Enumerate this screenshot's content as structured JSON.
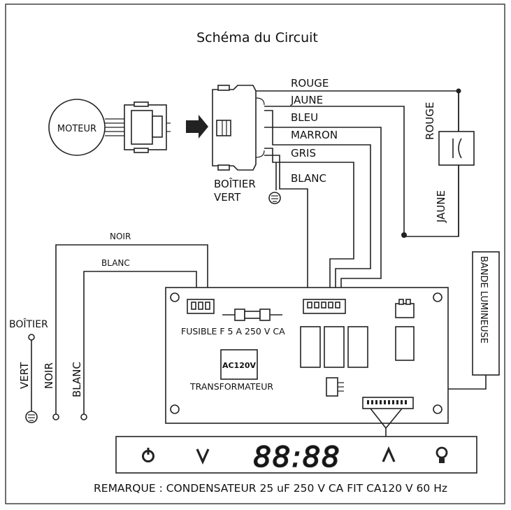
{
  "title": "Schéma du Circuit",
  "motor": {
    "label": "MOTEUR"
  },
  "junction": {
    "label_line1": "BOÎTIER",
    "label_line2": "VERT"
  },
  "wires": {
    "rouge": "ROUGE",
    "jaune": "JAUNE",
    "bleu": "BLEU",
    "marron": "MARRON",
    "gris": "GRIS",
    "blanc": "BLANC",
    "noir": "NOIR",
    "blanc_left": "BLANC"
  },
  "capacitor": {
    "label_top": "ROUGE",
    "label_bottom": "JAUNE"
  },
  "light_strip": {
    "label": "BANDE LUMINEUSE"
  },
  "board": {
    "fuse_label": "FUSIBLE F 5 A 250 V CA",
    "transformer_text": "AC120V",
    "transformer_label": "TRANSFORMATEUR"
  },
  "terminals": {
    "boitier": "BOÎTIER",
    "vert": "VERT",
    "noir": "NOIR",
    "blanc": "BLANC"
  },
  "display": {
    "digits": "88:88"
  },
  "note": "REMARQUE : CONDENSATEUR 25 uF 250 V CA FIT CA120 V 60 Hz"
}
